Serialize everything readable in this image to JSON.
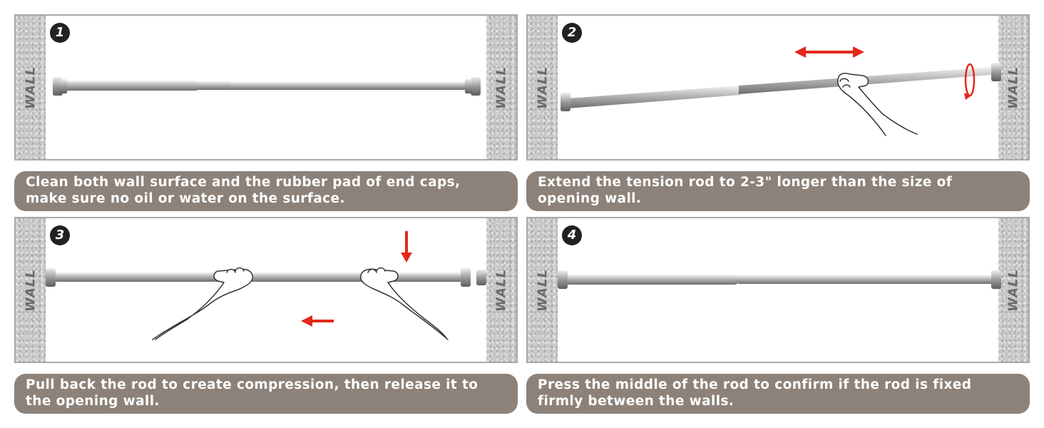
{
  "wall_label": "WALL",
  "steps": [
    {
      "number": "1",
      "caption_line1": "Clean both wall surface and the rubber pad of end caps,",
      "caption_line2": "make sure no oil or water on the surface."
    },
    {
      "number": "2",
      "caption_line1": "Extend the tension rod to 2-3\" longer than the size of",
      "caption_line2": "opening wall."
    },
    {
      "number": "3",
      "caption_line1": "Pull back the rod to create compression, then release it to",
      "caption_line2": "the opening wall."
    },
    {
      "number": "4",
      "caption_line1": "Press the middle of the rod to confirm if the rod is fixed",
      "caption_line2": "firmly between the walls."
    }
  ],
  "colors": {
    "caption_bg": "#8c827a",
    "arrow": "#e3281a",
    "wall": "#c9c9c9"
  }
}
